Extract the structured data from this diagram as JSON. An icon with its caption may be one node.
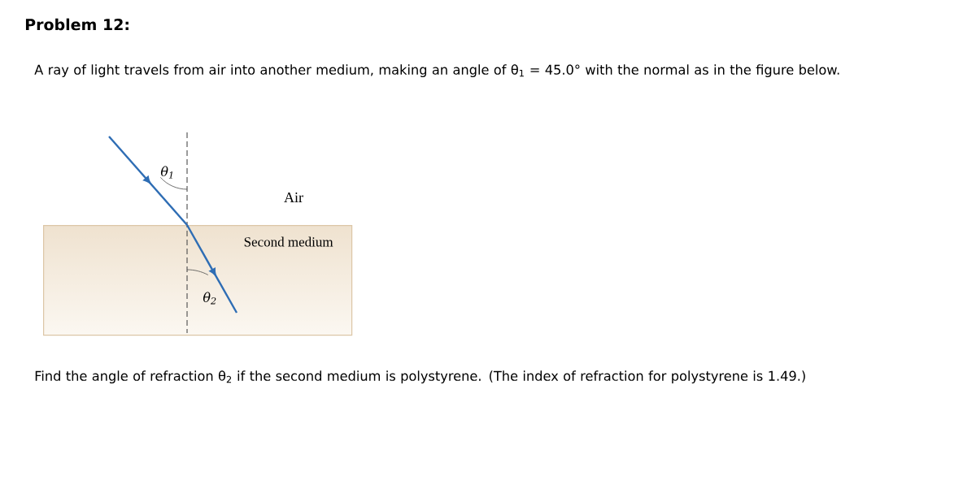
{
  "diagram": {
    "title": "Problem 12:",
    "nodes": [
      {
        "text": [
          "Second medium"
        ]
      }
    ],
    "labels": [
      "A ray of light travels from air into another medium, making an angle of θ$_{1}$ = 45.0° with the normal as in the figure below.",
      "θ$_{1}$",
      "Air",
      "θ$_{2}$",
      "Find the angle of refraction θ$_{2}$ if the second medium is polystyrene. (The index of refraction for polystyrene is 1.49.)"
    ]
  }
}
